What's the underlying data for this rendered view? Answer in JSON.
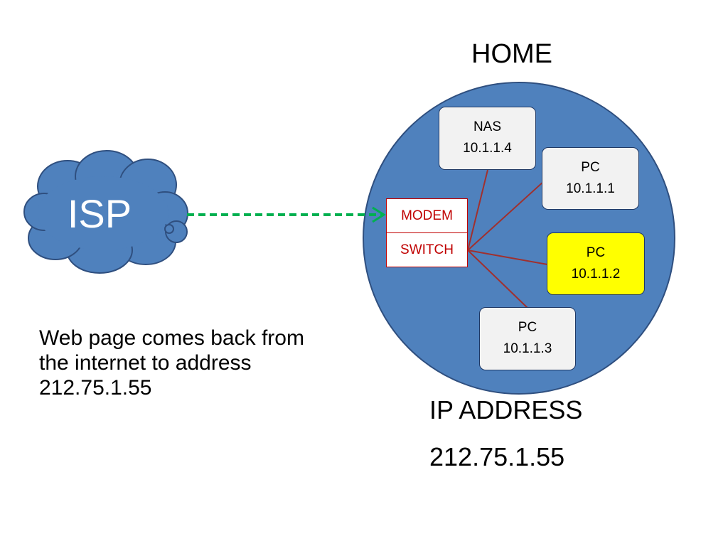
{
  "title": "HOME",
  "isp": {
    "label": "ISP"
  },
  "router": {
    "modem": "MODEM",
    "switch": "SWITCH"
  },
  "devices": [
    {
      "name": "NAS",
      "ip": "10.1.1.4"
    },
    {
      "name": "PC",
      "ip": "10.1.1.1"
    },
    {
      "name": "PC",
      "ip": "10.1.1.2",
      "highlighted": true
    },
    {
      "name": "PC",
      "ip": "10.1.1.3"
    }
  ],
  "description": "Web page comes back from the internet to address 212.75.1.55",
  "public_ip": {
    "label": "IP ADDRESS",
    "value": "212.75.1.55"
  },
  "colors": {
    "network_fill": "#4f81bd",
    "network_border": "#2f4f7f",
    "device_fill": "#f2f2f2",
    "highlight_fill": "#ffff00",
    "link_line": "#a0302e",
    "router_text": "#c00000",
    "incoming_arrow": "#00b050"
  }
}
